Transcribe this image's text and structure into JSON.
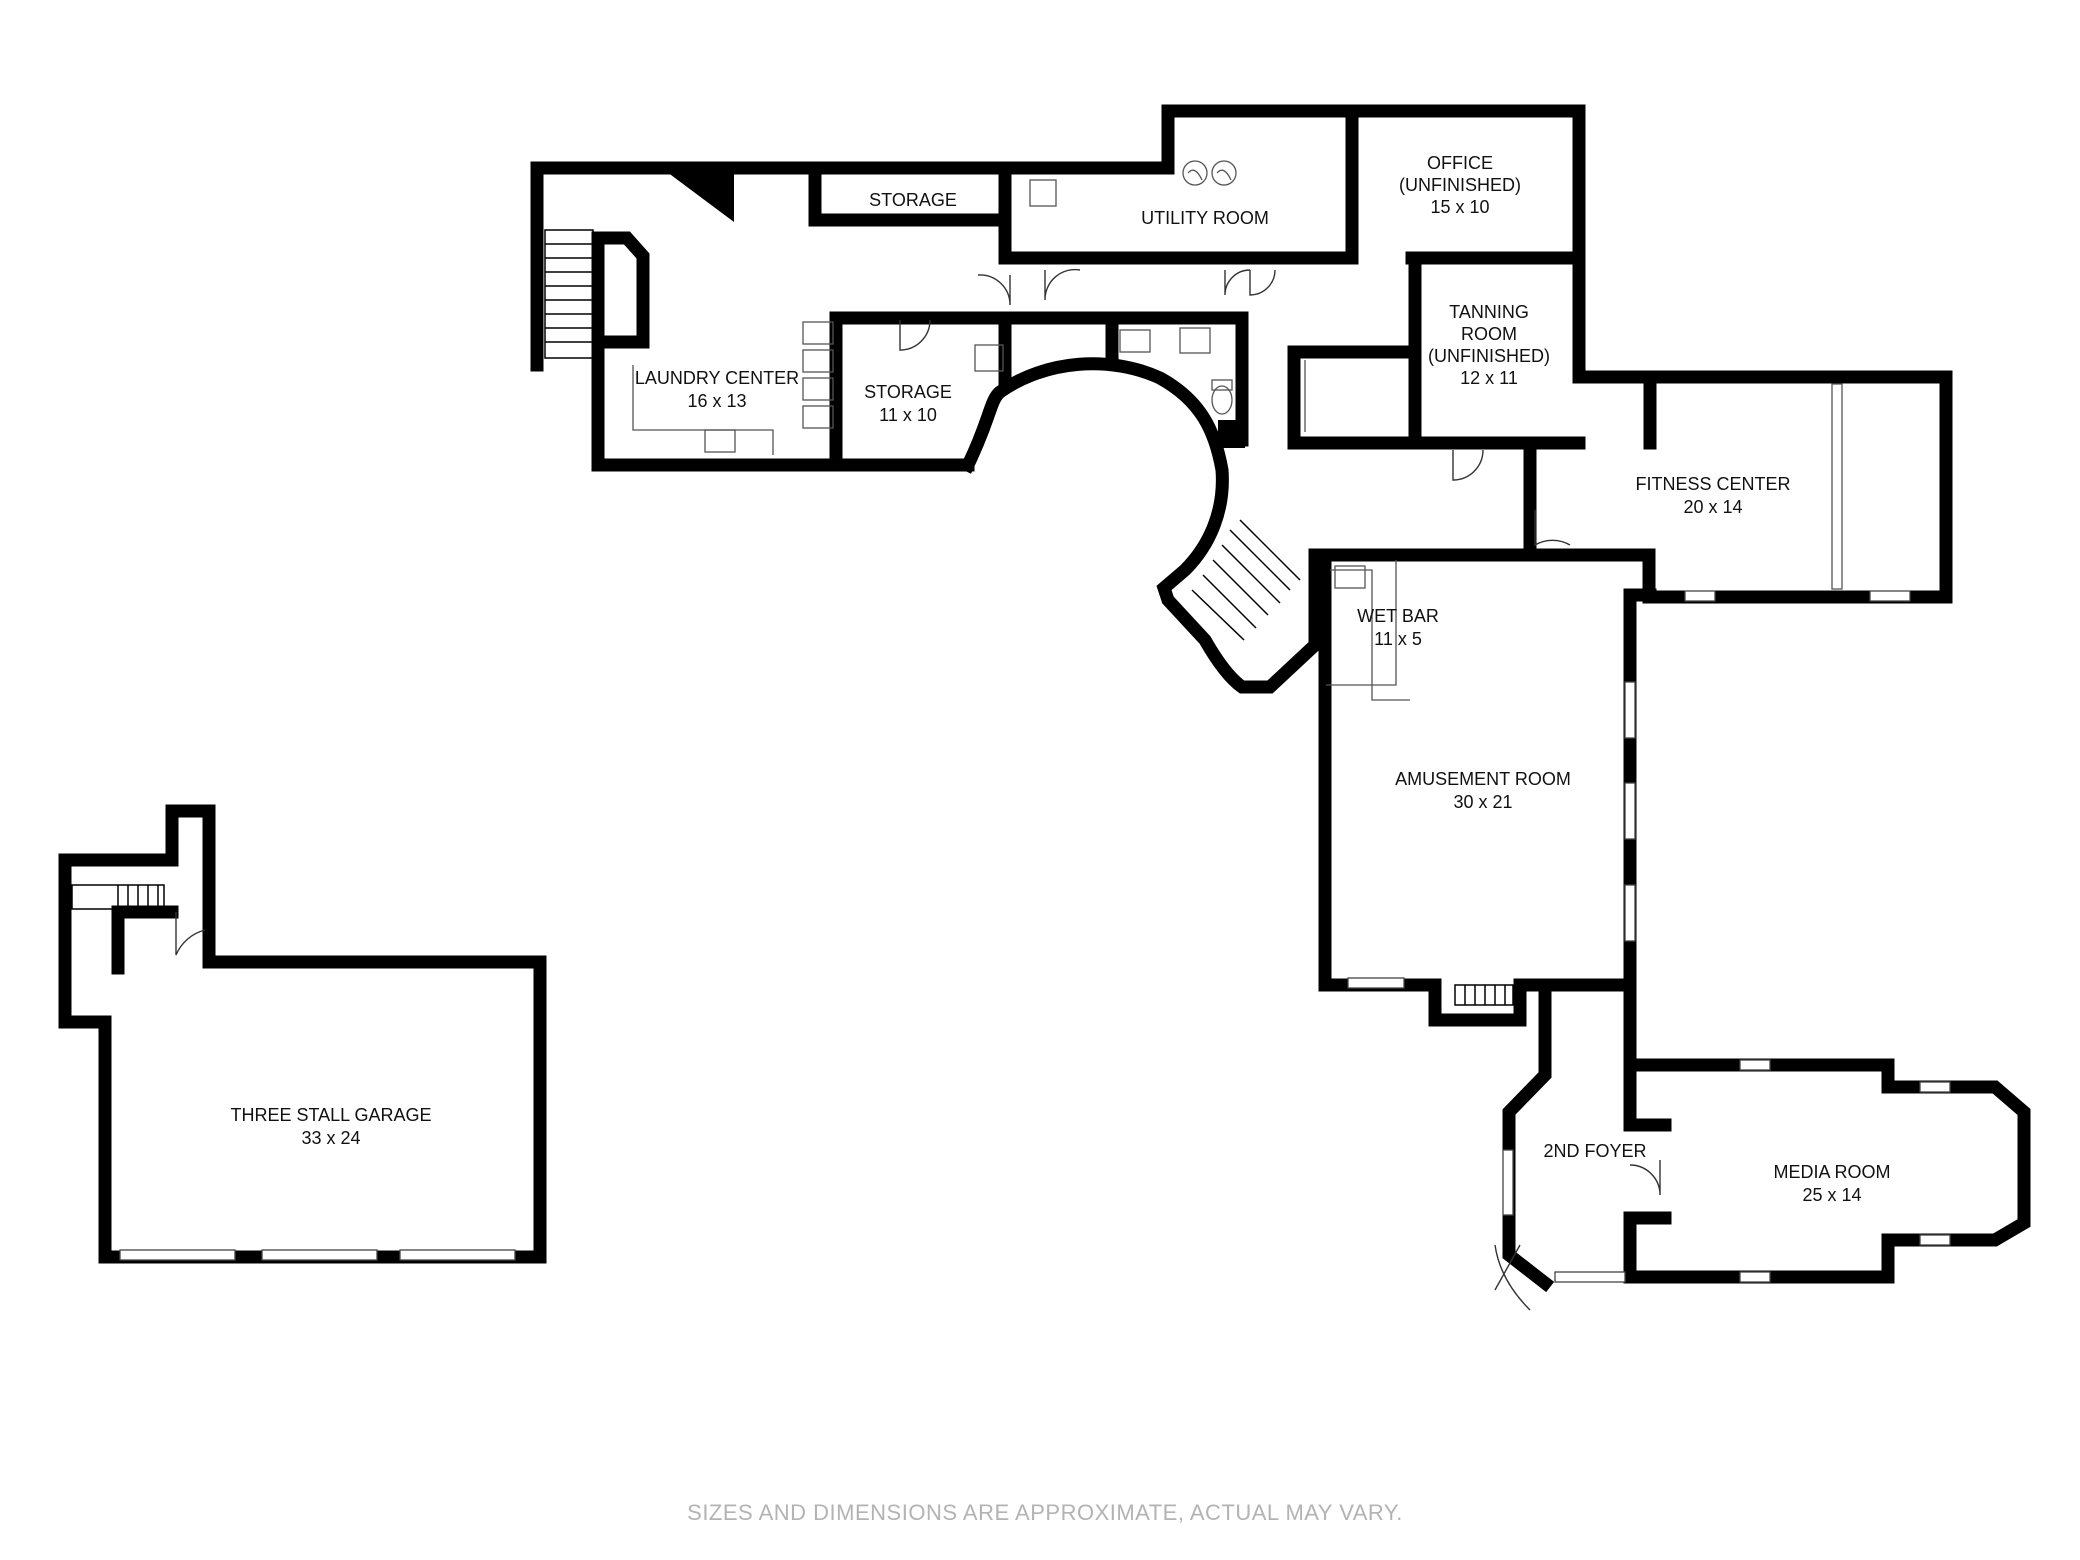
{
  "rooms": {
    "storage_top": {
      "name": "STORAGE"
    },
    "utility": {
      "name": "UTILITY ROOM"
    },
    "office": {
      "name_1": "OFFICE",
      "name_2": "(UNFINISHED)",
      "size": "15 x 10"
    },
    "tanning": {
      "name_1": "TANNING",
      "name_2": "ROOM",
      "name_3": "(UNFINISHED)",
      "size": "12 x 11"
    },
    "laundry": {
      "name": "LAUNDRY CENTER",
      "size": "16 x 13"
    },
    "storage_mid": {
      "name": "STORAGE",
      "size": "11 x 10"
    },
    "fitness": {
      "name": "FITNESS CENTER",
      "size": "20 x 14"
    },
    "wet_bar": {
      "name": "WET BAR",
      "size": "11 x 5"
    },
    "amusement": {
      "name": "AMUSEMENT ROOM",
      "size": "30 x 21"
    },
    "garage": {
      "name": "THREE STALL GARAGE",
      "size": "33 x 24"
    },
    "foyer": {
      "name": "2ND FOYER"
    },
    "media": {
      "name": "MEDIA ROOM",
      "size": "25 x 14"
    }
  },
  "footer": {
    "disclaimer": "SIZES AND DIMENSIONS ARE APPROXIMATE, ACTUAL MAY VARY."
  }
}
